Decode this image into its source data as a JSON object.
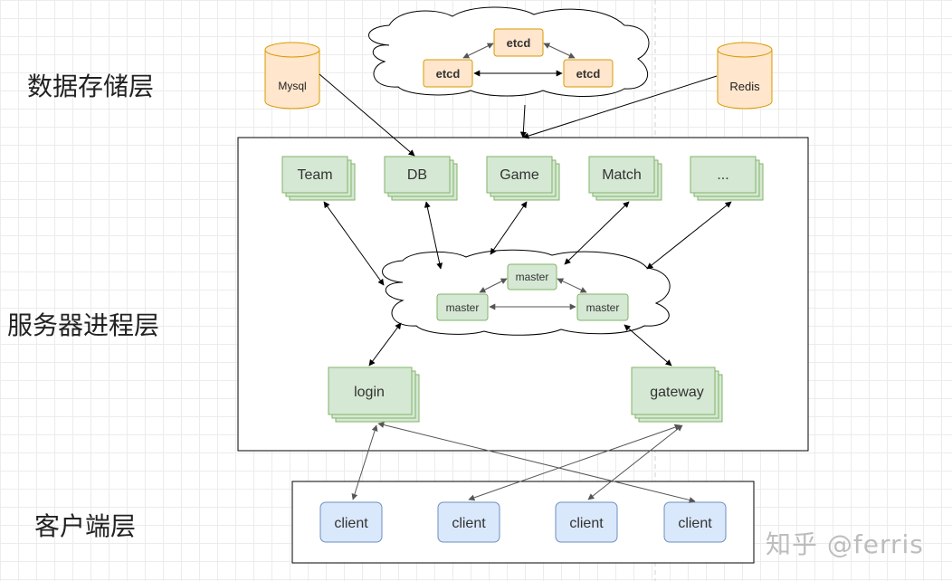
{
  "layers": {
    "storage": "数据存储层",
    "server": "服务器进程层",
    "client": "客户端层"
  },
  "etcd": {
    "top": "etcd",
    "left": "etcd",
    "right": "etcd"
  },
  "databases": {
    "mysql": "Mysql",
    "redis": "Redis"
  },
  "services": {
    "team": "Team",
    "db": "DB",
    "game": "Game",
    "match": "Match",
    "more": "..."
  },
  "masters": {
    "top": "master",
    "left": "master",
    "right": "master"
  },
  "entry": {
    "login": "login",
    "gateway": "gateway"
  },
  "clients": [
    "client",
    "client",
    "client",
    "client"
  ],
  "watermark": "知乎 @ferris",
  "colors": {
    "etcd_fill": "#ffe6cc",
    "etcd_stroke": "#d79b00",
    "green_fill": "#d5e8d4",
    "green_stroke": "#82b366",
    "blue_fill": "#dae8fc",
    "blue_stroke": "#6c8ebf"
  }
}
